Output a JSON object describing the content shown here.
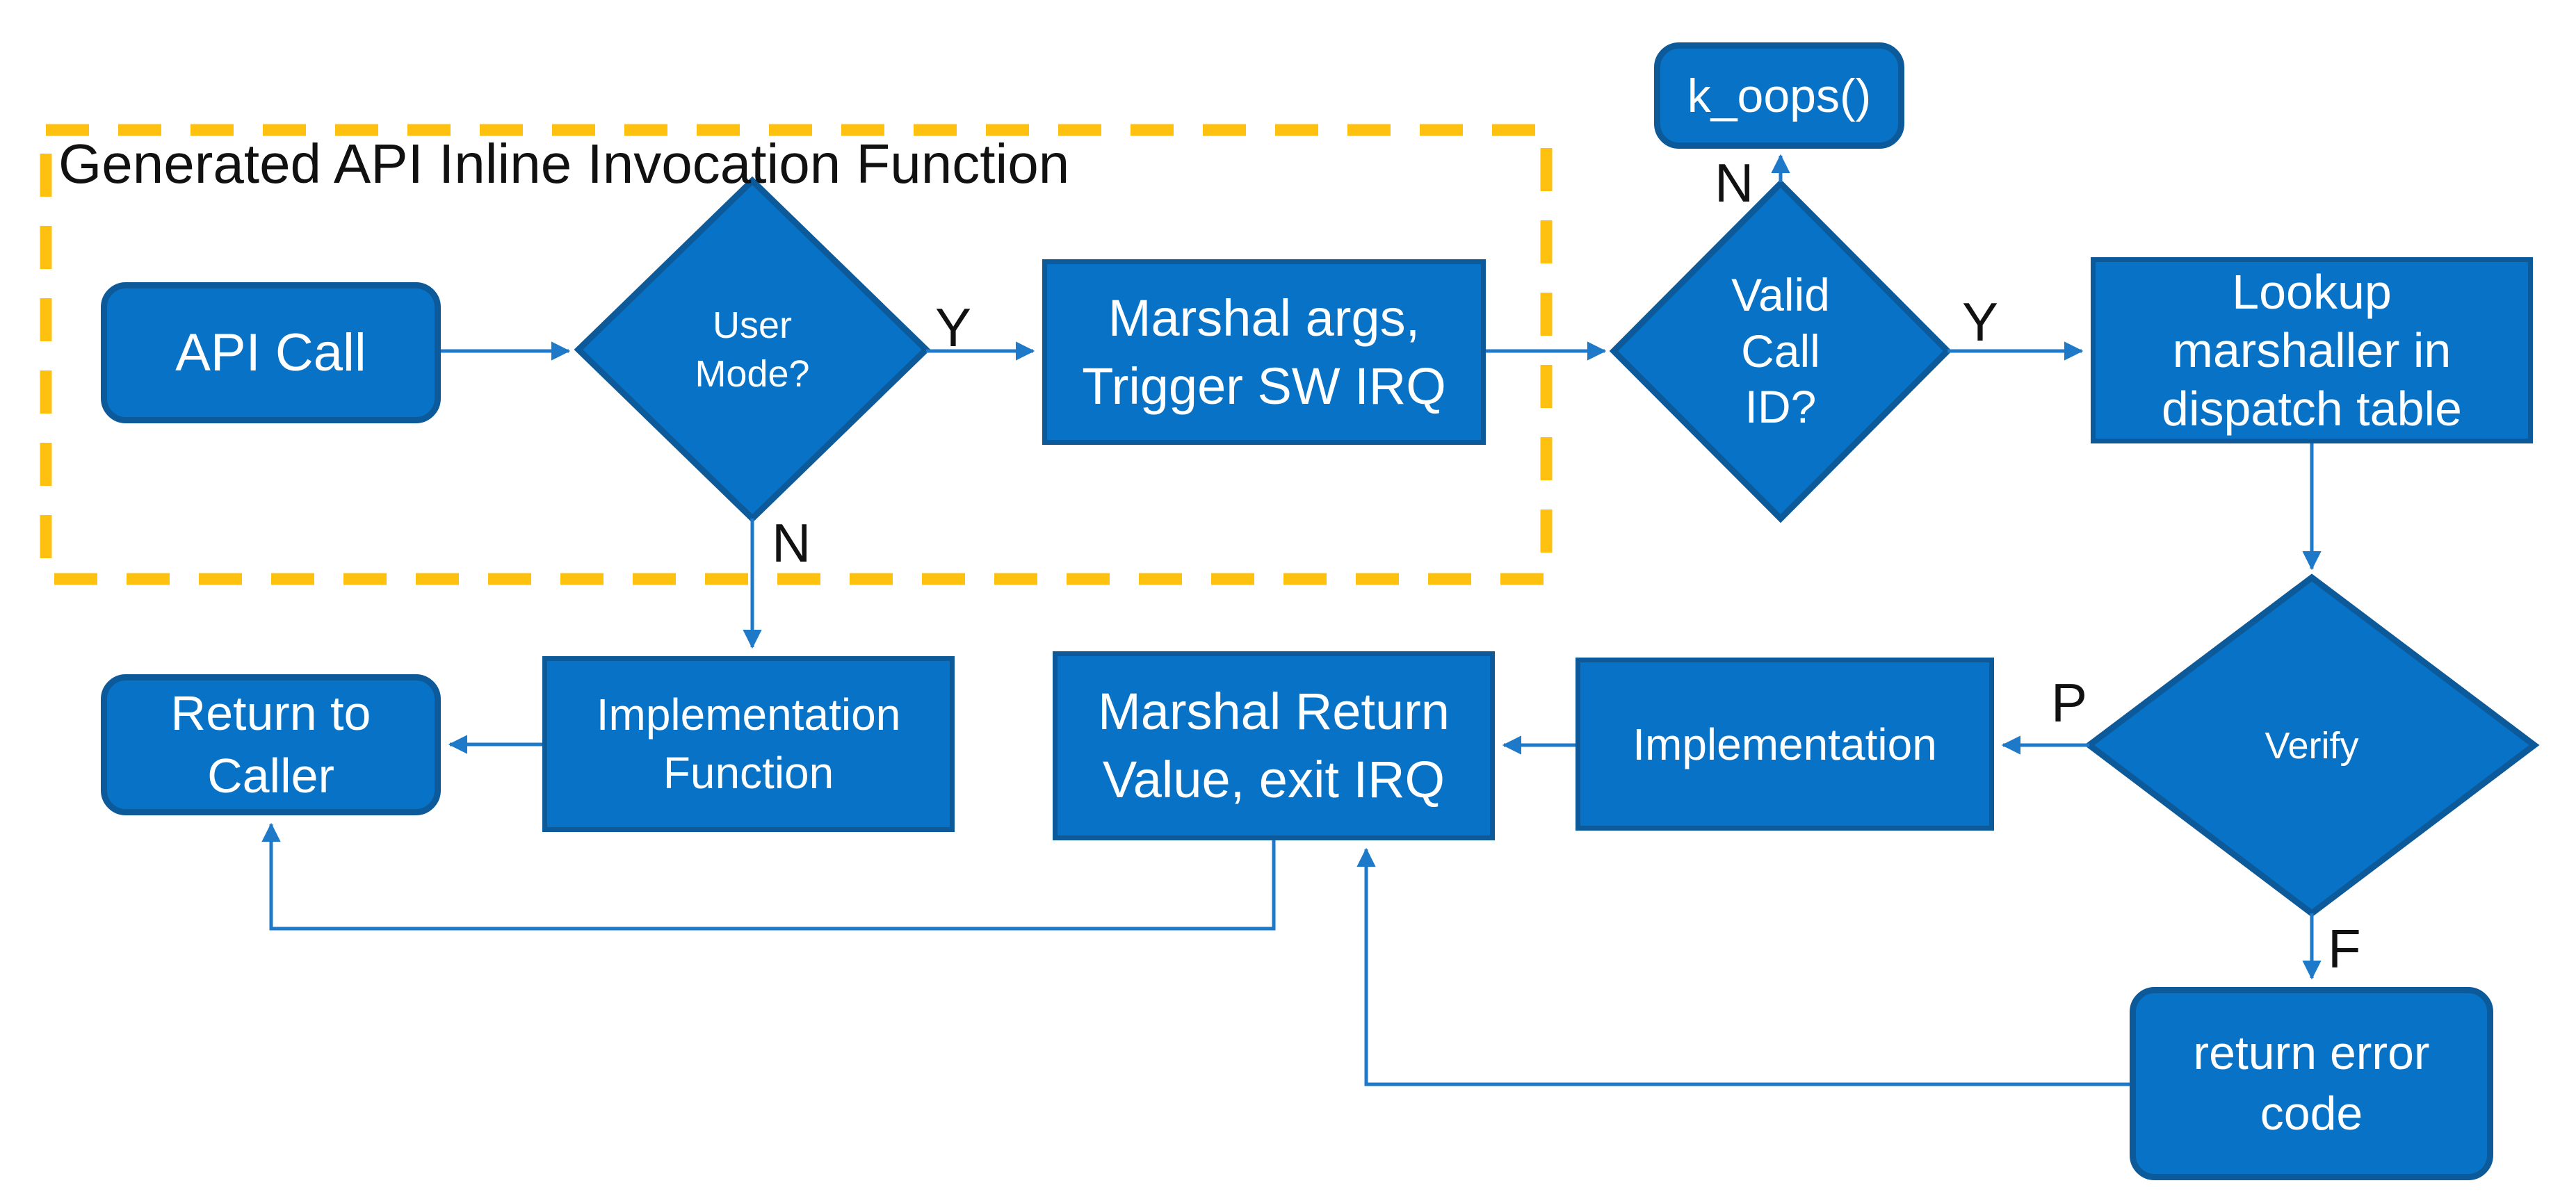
{
  "title": "Generated API Inline Invocation Function",
  "colors": {
    "background": "#FFFFFF",
    "node_fill": "#0873C6",
    "node_border": "#0D5A9B",
    "connector": "#1E7AC8",
    "group_border": "#FFC110",
    "text_light": "#FFFFFF",
    "text_dark": "#111111"
  },
  "nodes": {
    "api_call": {
      "label": "API Call",
      "shape": "rounded-rect"
    },
    "user_mode": {
      "label": "User\nMode?",
      "shape": "diamond"
    },
    "marshal_args": {
      "label": "Marshal args,\nTrigger SW IRQ",
      "shape": "rect"
    },
    "k_oops": {
      "label": "k_oops()",
      "shape": "rounded-rect"
    },
    "valid_call_id": {
      "label": "Valid\nCall\nID?",
      "shape": "diamond"
    },
    "lookup_marshaller": {
      "label": "Lookup\nmarshaller in\ndispatch table",
      "shape": "rect"
    },
    "verify": {
      "label": "Verify",
      "shape": "diamond"
    },
    "implementation": {
      "label": "Implementation",
      "shape": "rect"
    },
    "marshal_return": {
      "label": "Marshal Return\nValue, exit IRQ",
      "shape": "rect"
    },
    "implementation_function": {
      "label": "Implementation\nFunction",
      "shape": "rect"
    },
    "return_to_caller": {
      "label": "Return to\nCaller",
      "shape": "rounded-rect"
    },
    "return_error_code": {
      "label": "return error\ncode",
      "shape": "rounded-rect"
    }
  },
  "edge_labels": {
    "user_mode_yes": "Y",
    "user_mode_no": "N",
    "valid_call_yes": "Y",
    "valid_call_no": "N",
    "verify_pass": "P",
    "verify_fail": "F"
  }
}
